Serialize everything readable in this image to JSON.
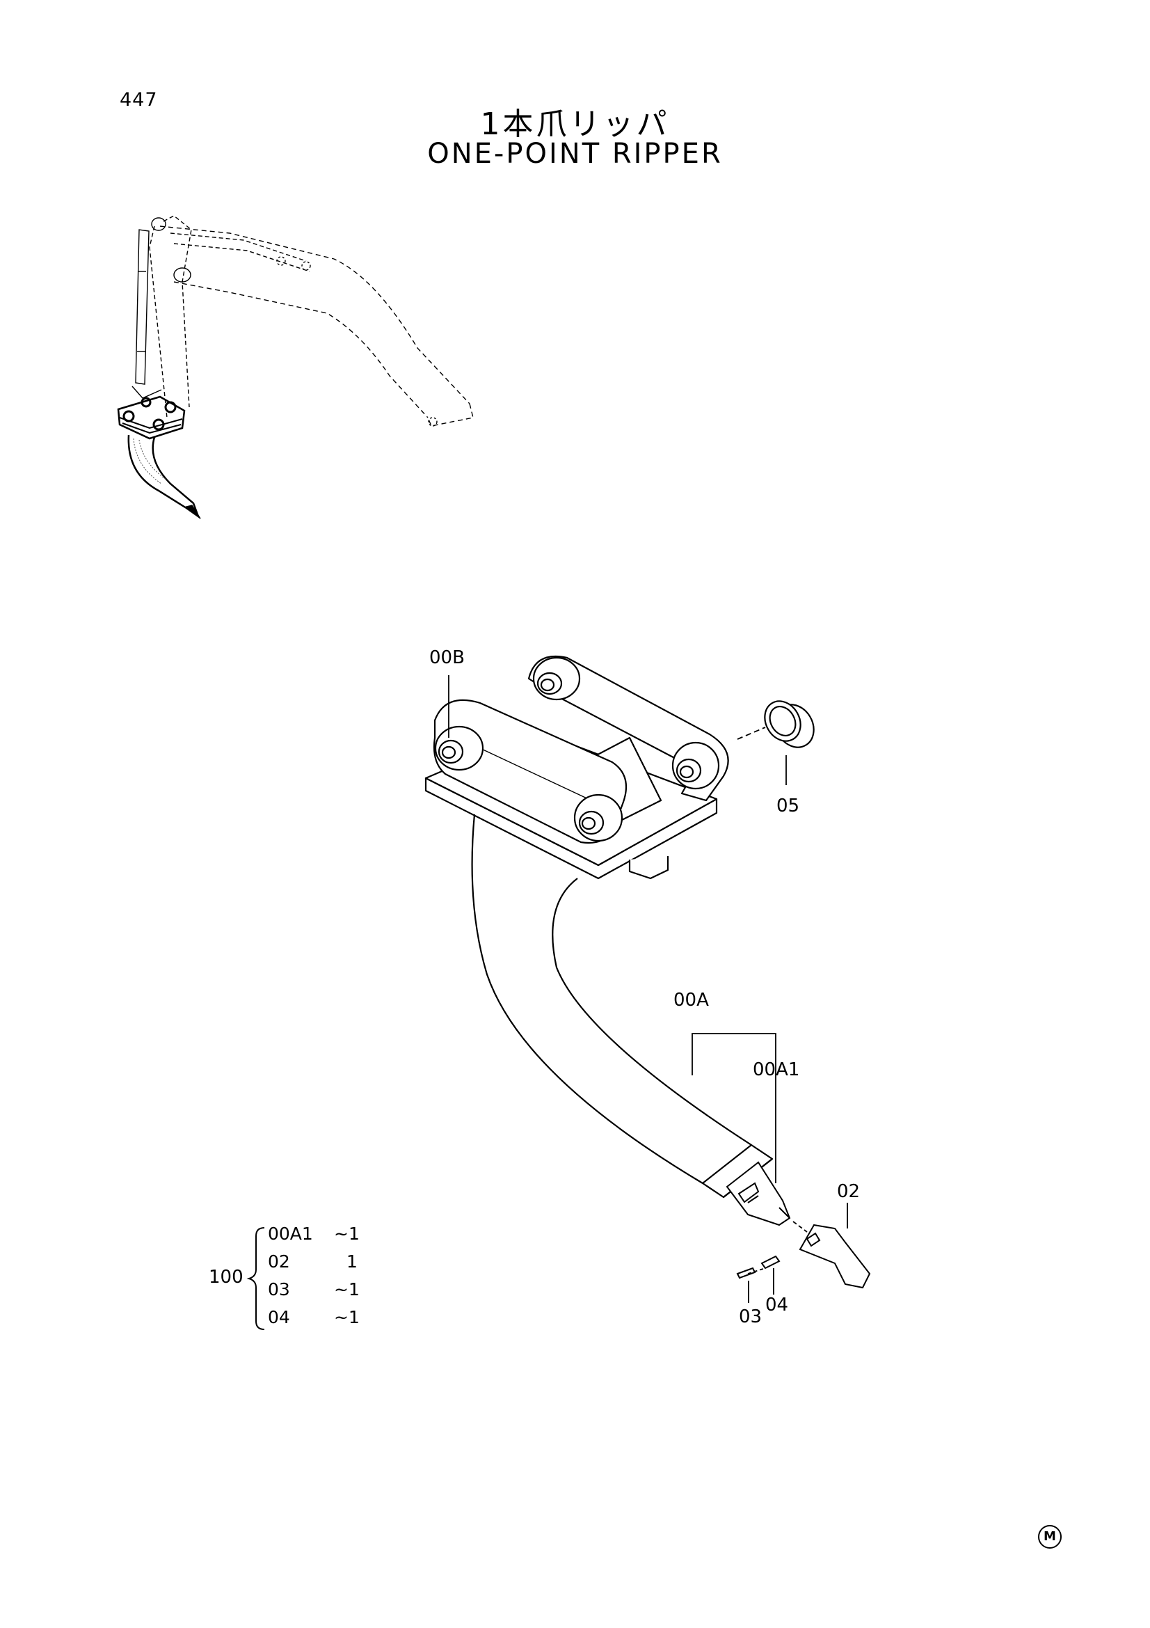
{
  "page_number": "447",
  "title_jp": "1本爪リッパ",
  "title_en": "ONE-POINT RIPPER",
  "callouts": {
    "00B": "00B",
    "05": "05",
    "00A": "00A",
    "00A1": "00A1",
    "02": "02",
    "03": "03",
    "04": "04"
  },
  "kit": {
    "id": "100",
    "rows": [
      {
        "part": "00A1",
        "qty": "~1"
      },
      {
        "part": "02",
        "qty": "1"
      },
      {
        "part": "03",
        "qty": "~1"
      },
      {
        "part": "04",
        "qty": "~1"
      }
    ]
  },
  "mark": "M"
}
